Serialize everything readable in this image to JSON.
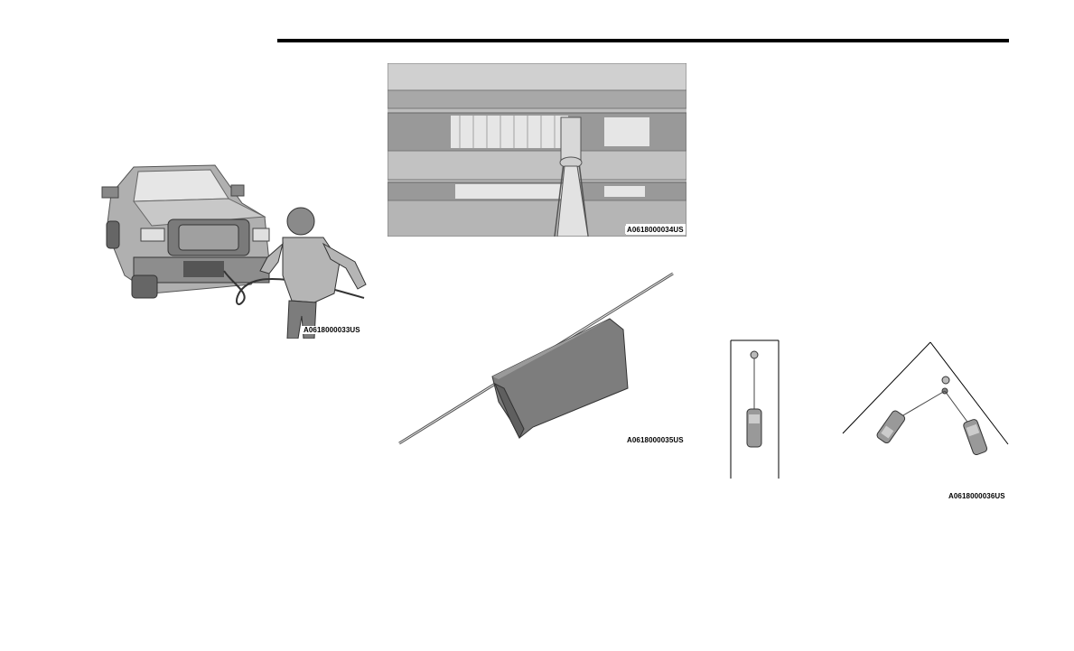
{
  "figures": [
    {
      "id": "fig1",
      "caption": "A0618000033US"
    },
    {
      "id": "fig2",
      "caption": "A0618000034US"
    },
    {
      "id": "fig3",
      "caption": "A0618000035US"
    },
    {
      "id": "fig4",
      "caption": "A0618000036US"
    }
  ],
  "colors": {
    "rule": "#000000",
    "illustration_gray": "#9a9a9a",
    "illustration_dark": "#6f6f6f",
    "illustration_light": "#d8d8d8"
  }
}
